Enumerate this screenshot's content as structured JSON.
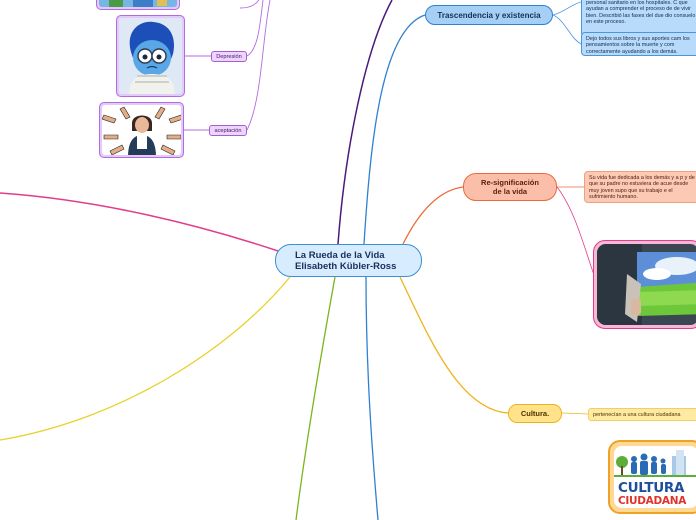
{
  "central": {
    "title": "La Rueda de la Vida\nElisabeth Kübler-Ross"
  },
  "branches": {
    "trascendencia": {
      "label": "Trascendencia y existencia",
      "texts": [
        "personal sanitario en los hospitales. C que ayudan a comprender el proceso de de vivir bien. Describió las fases del due dio consuelo en este proceso.",
        "Dejo todos sus libros y sus aportes cam los pensamientos sobre la muerte y com correctamente ayudando a los demás."
      ]
    },
    "resignificacion": {
      "label": "Re-significación\nde la vida",
      "text": "Su vida fue dedicada a los demás y a p y de que su padre no estuviera de acue desde muy joven supo que su trabajo e el sufrimiento humano."
    },
    "cultura": {
      "label": "Cultura.",
      "text": "pertenecían a una cultura ciudadana",
      "logo": {
        "line1": "CULTURA",
        "line2": "CIUDADANA"
      }
    },
    "duelo": {
      "items": [
        {
          "label": "Depresión",
          "icon": "sad-character-image"
        },
        {
          "label": "aceptación",
          "icon": "woman-pointing-hands-image"
        }
      ]
    }
  },
  "colors": {
    "blue": "#2f80d0",
    "orange": "#ec6a3a",
    "yellow": "#f0b21c",
    "purple": "#a35fd0",
    "pink": "#e23c8a",
    "green": "#7ab51d",
    "dark_purple": "#4b1a7a"
  }
}
